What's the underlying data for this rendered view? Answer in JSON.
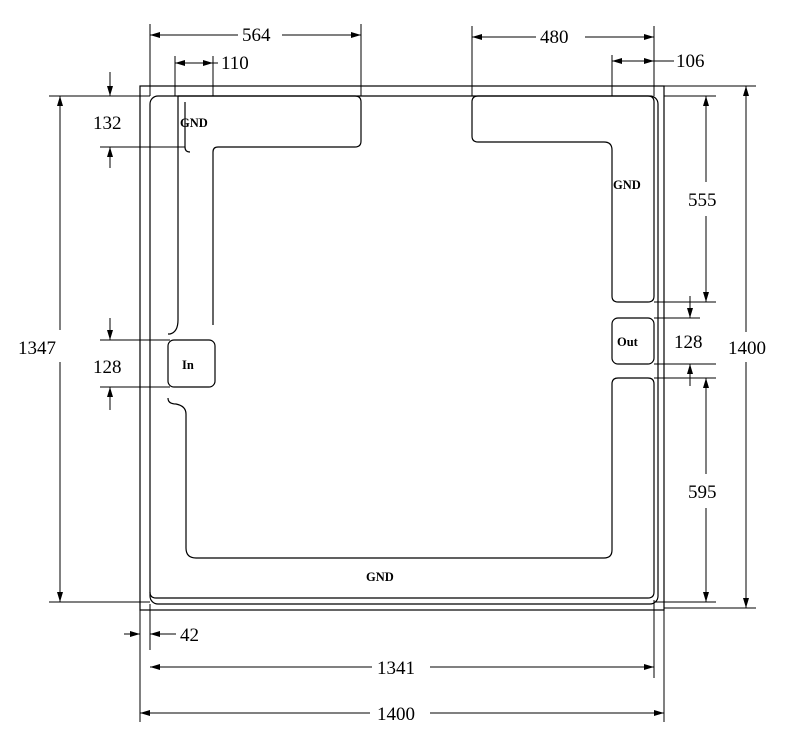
{
  "labels": {
    "gnd_top_left": "GND",
    "gnd_right": "GND",
    "gnd_bottom": "GND",
    "in": "In",
    "out": "Out"
  },
  "dimensions": {
    "top_left_width": "564",
    "top_left_strip": "110",
    "top_right_width": "480",
    "top_right_strip": "106",
    "left_gap_top": "132",
    "right_upper_height": "555",
    "left_total_height": "1347",
    "left_port_height": "128",
    "right_port_height": "128",
    "right_total_height": "1400",
    "right_lower_height": "595",
    "bottom_offset": "42",
    "bottom_inner_width": "1341",
    "bottom_total_width": "1400"
  }
}
